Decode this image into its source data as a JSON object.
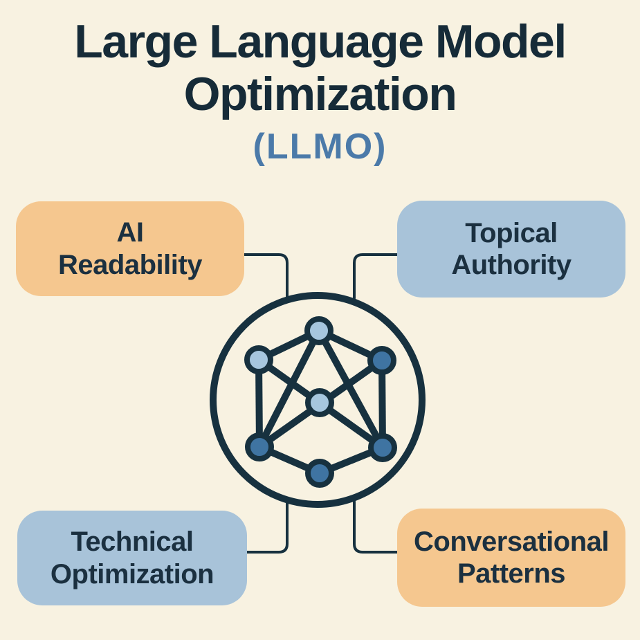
{
  "header": {
    "title": "Large Language Model Optimization",
    "subtitle": "(LLMO)"
  },
  "cards": {
    "top_left": {
      "line1": "AI",
      "line2": "Readability",
      "variant": "orange"
    },
    "top_right": {
      "line1": "Topical",
      "line2": "Authority",
      "variant": "blue"
    },
    "bottom_left": {
      "line1": "Technical",
      "line2": "Optimization",
      "variant": "blue"
    },
    "bottom_right": {
      "line1": "Conversational",
      "line2": "Patterns",
      "variant": "orange"
    }
  },
  "icons": {
    "center": "neural-network-icon"
  },
  "colors": {
    "background": "#f8f2e1",
    "title_text": "#162b38",
    "subtitle_accent": "#4b7aa9",
    "card_text": "#1b3040",
    "card_orange": "#f5c78f",
    "card_blue": "#a8c3d9",
    "line": "#17313f",
    "node_light": "#a6c6de",
    "node_dark": "#3f74a2"
  }
}
